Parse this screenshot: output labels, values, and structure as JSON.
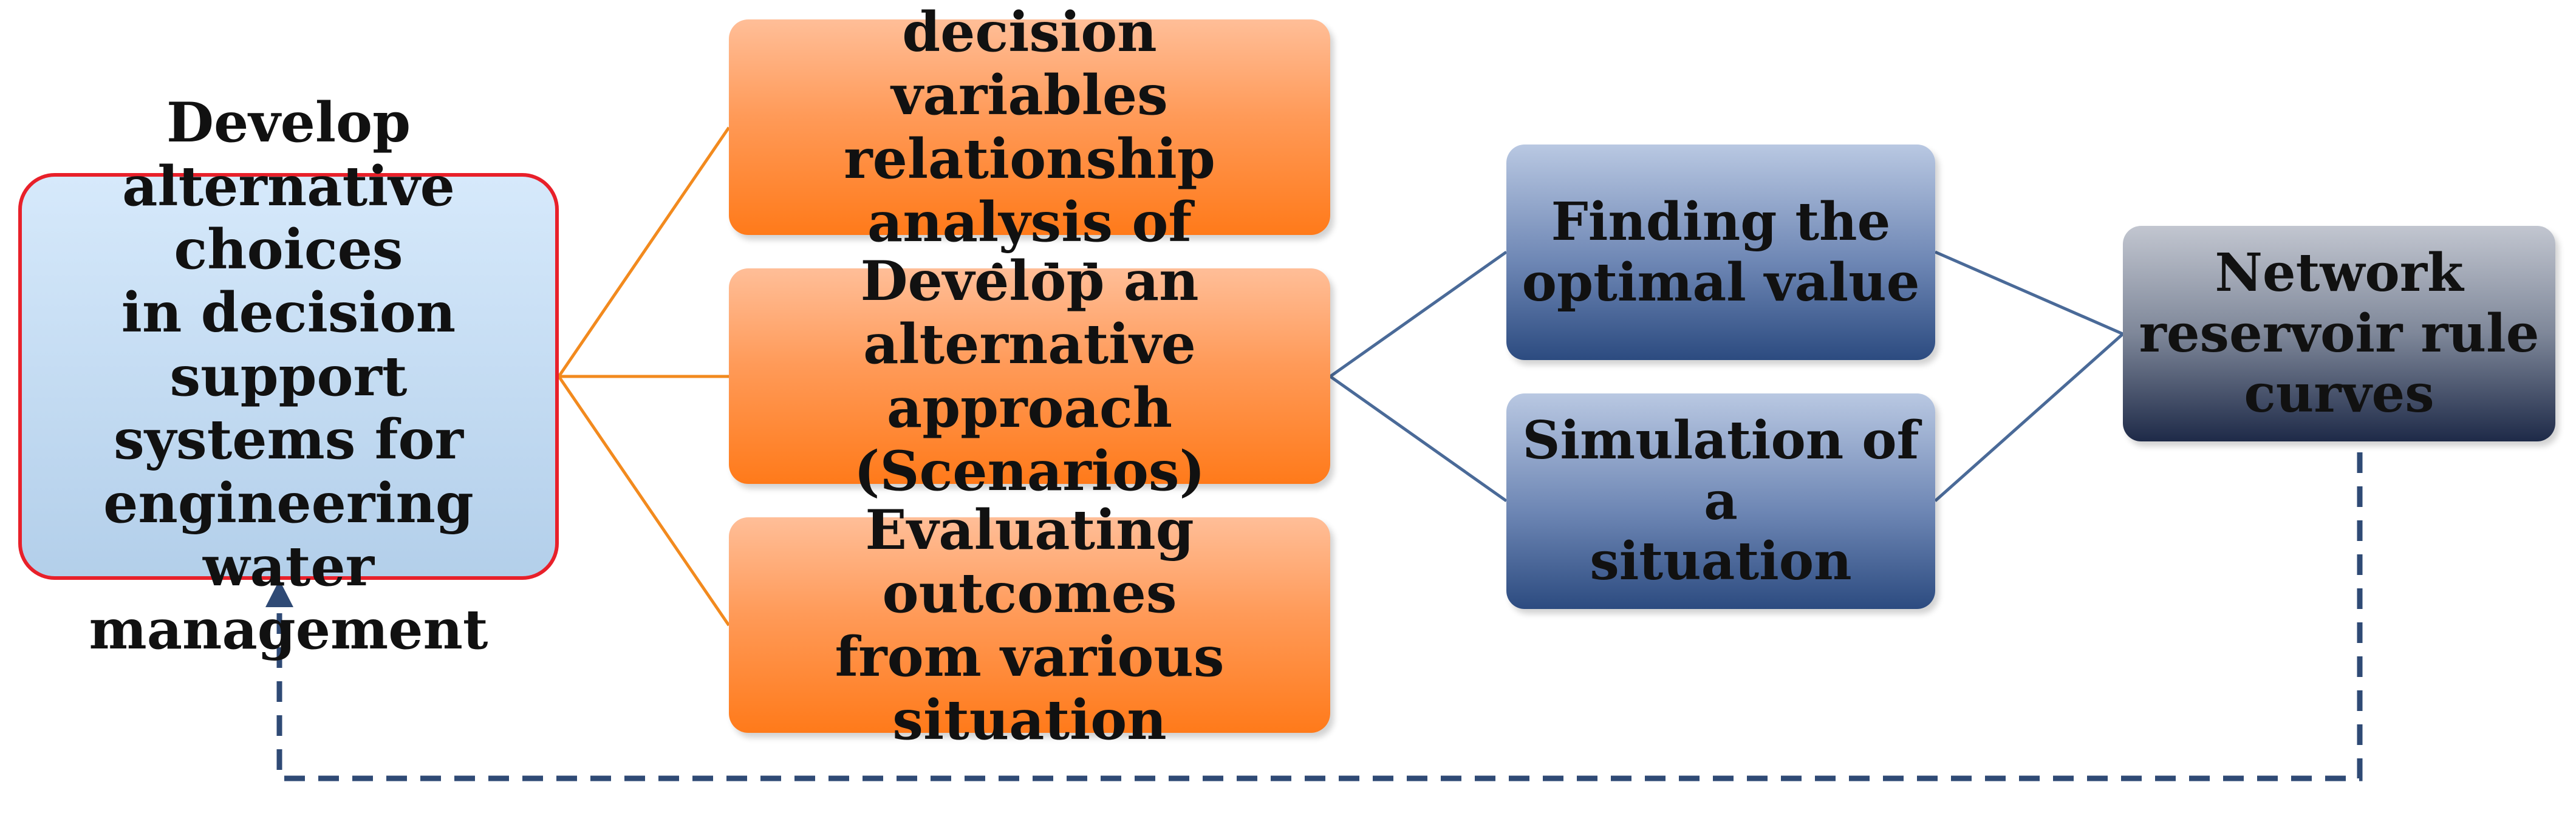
{
  "nodes": {
    "root": "Develop\nalternative choices\nin decision support\nsystems for\nengineering water\nmanagement",
    "determining": "Determining decision\nvariables relationship\nanalysis of variables",
    "develop_approach": "Develop an alternative\napproach (Scenarios)",
    "evaluating": "Evaluating outcomes\nfrom various situation",
    "optimal": "Finding the\noptimal value",
    "simulation": "Simulation of a\nsituation",
    "network": "Network\nreservoir rule\ncurves"
  },
  "colors": {
    "root_border": "#e8202a",
    "orange_connector": "#f28a1e",
    "blue_connector": "#4a6a98",
    "feedback_arrow": "#2f4a75"
  }
}
